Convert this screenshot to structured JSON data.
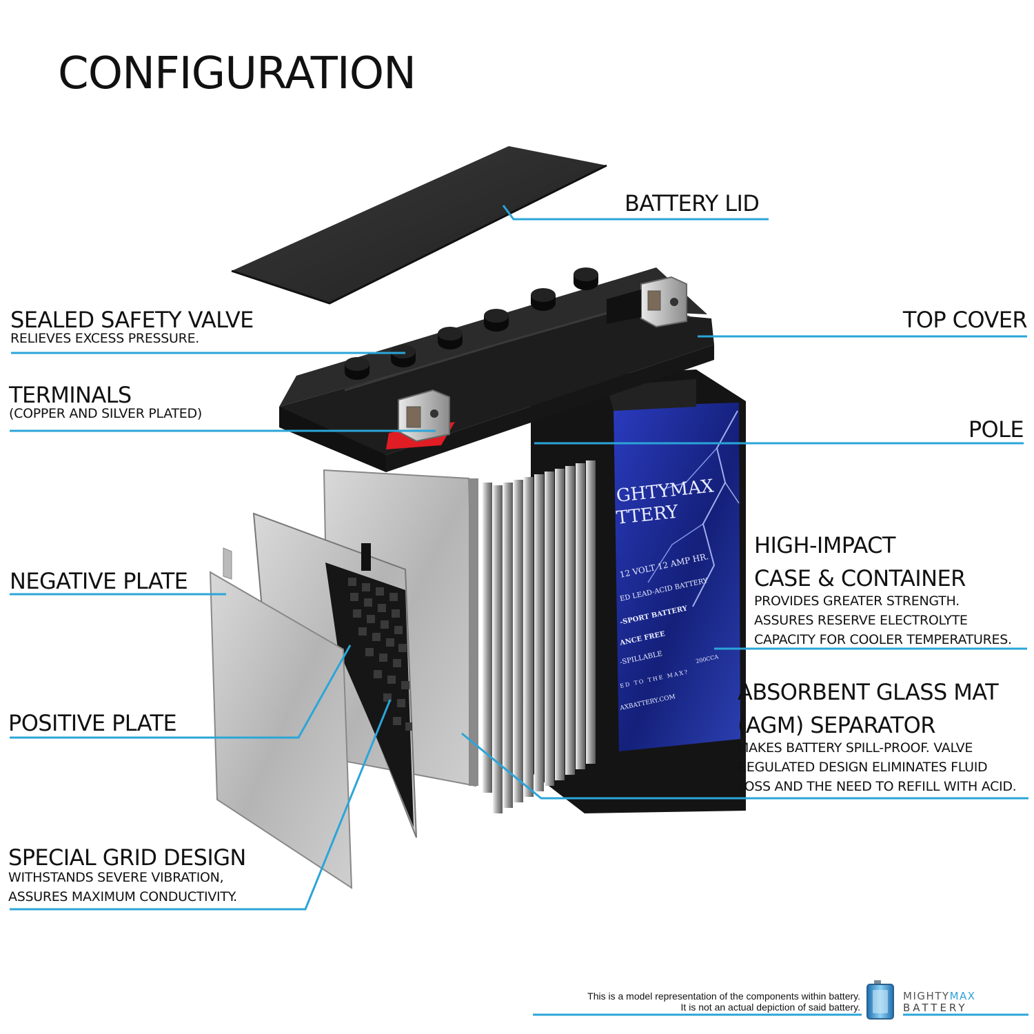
{
  "title": "CONFIGURATION",
  "colors": {
    "leader": "#2ba5d8",
    "case": "#1b1b1b",
    "plate": "#c8c8c8",
    "label_blue": "#1e2a8c",
    "red_marker": "#e01c24"
  },
  "callouts": {
    "battery_lid": {
      "heading": "BATTERY LID"
    },
    "top_cover": {
      "heading": "TOP COVER"
    },
    "pole": {
      "heading": "POLE"
    },
    "sealed_valve": {
      "heading": "SEALED SAFETY VALVE",
      "subtext": "RELIEVES EXCESS PRESSURE."
    },
    "terminals": {
      "heading": "TERMINALS",
      "subtext": "(COPPER AND SILVER PLATED)"
    },
    "negative_plate": {
      "heading": "NEGATIVE PLATE"
    },
    "positive_plate": {
      "heading": "POSITIVE PLATE"
    },
    "special_grid": {
      "heading": "SPECIAL GRID DESIGN",
      "subtext_1": "WITHSTANDS SEVERE VIBRATION,",
      "subtext_2": "ASSURES MAXIMUM CONDUCTIVITY."
    },
    "high_impact": {
      "heading_1": "HIGH-IMPACT",
      "heading_2": "CASE & CONTAINER",
      "subtext_1": "PROVIDES GREATER STRENGTH.",
      "subtext_2": "ASSURES RESERVE ELECTROLYTE",
      "subtext_3": "CAPACITY FOR COOLER TEMPERATURES."
    },
    "agm": {
      "heading_1": "ABSORBENT GLASS MAT",
      "heading_2": "(AGM) SEPARATOR",
      "subtext_1": "MAKES BATTERY SPILL-PROOF. VALVE",
      "subtext_2": "REGULATED DESIGN ELIMINATES FLUID",
      "subtext_3": "LOSS AND THE NEED TO REFILL WITH ACID."
    }
  },
  "battery_label": {
    "brand_1": "GHTYMAX",
    "brand_2": "TTERY",
    "spec": "12 VOLT 12 AMP HR.",
    "type": "ED LEAD-ACID BATTERY",
    "sport": "-SPORT BATTERY",
    "maint": "ANCE FREE",
    "spill": "-SPILLABLE",
    "cca": "200CCA",
    "motto": "ED TO THE MAX?",
    "url": "AXBATTERY.COM"
  },
  "footer": {
    "line_1": "This is a model representation of the components within battery.",
    "line_2": "It is not an actual depiction of said battery."
  },
  "logo": {
    "word_1a": "MIGHTY",
    "word_1b": "MAX",
    "word_2": "BATTERY",
    "icon": "battery-icon"
  }
}
